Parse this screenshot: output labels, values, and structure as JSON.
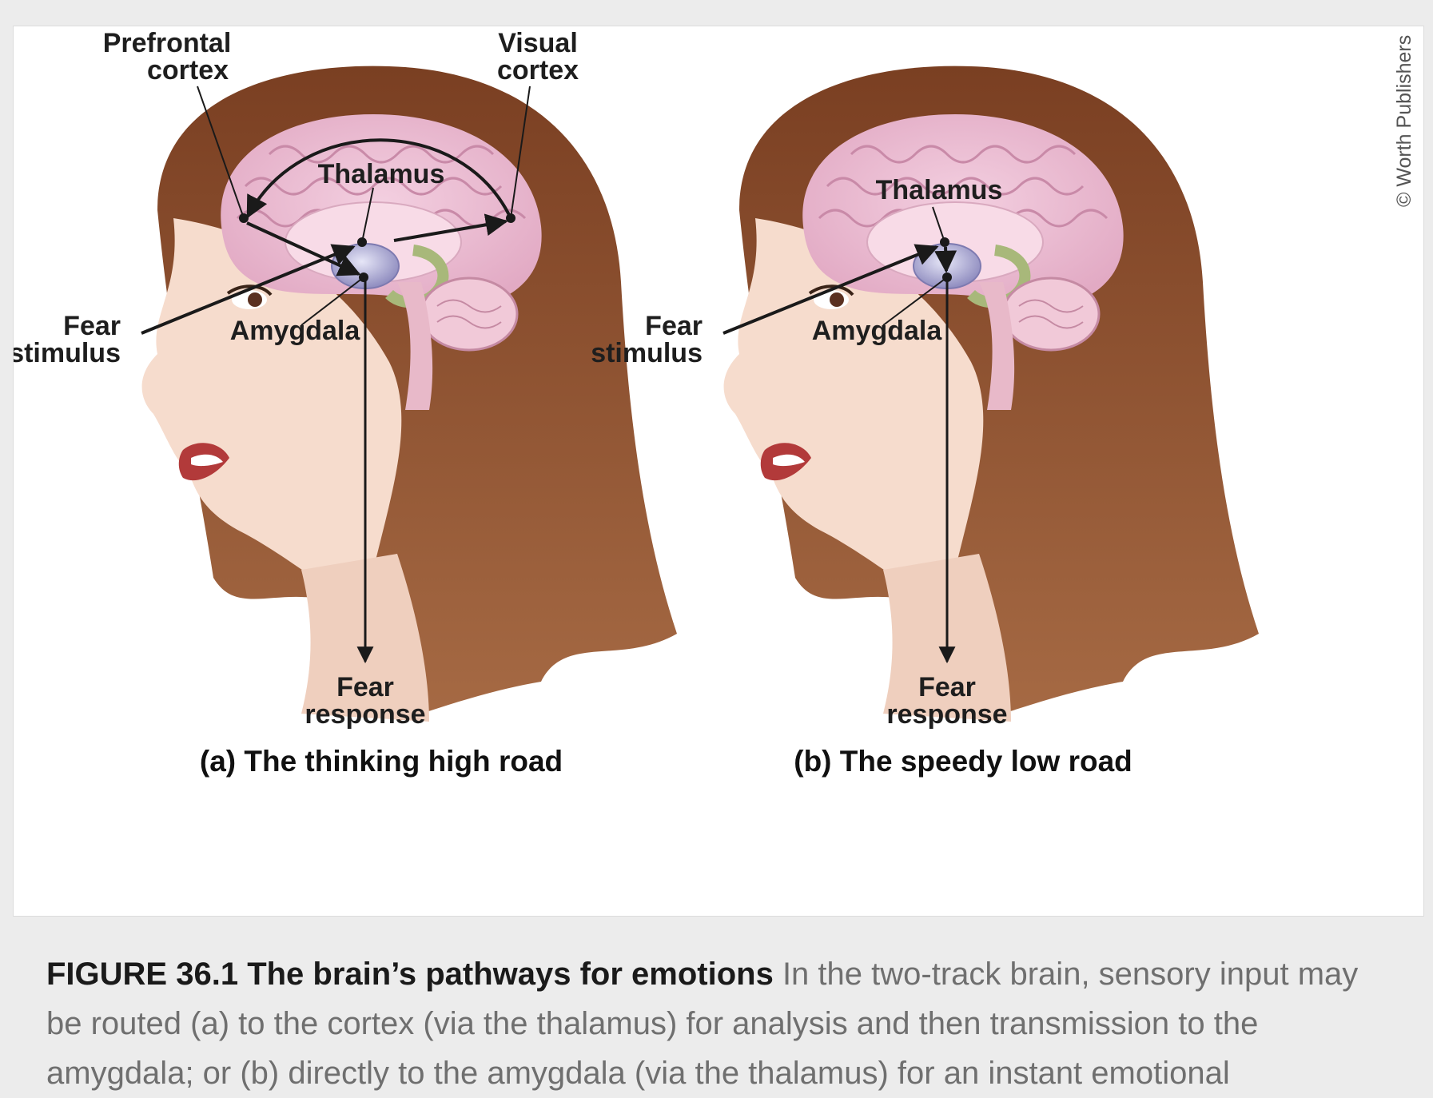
{
  "credit": "© Worth Publishers",
  "panels": [
    {
      "labels": {
        "prefrontal_1": "Prefrontal",
        "prefrontal_2": "cortex",
        "visual_1": "Visual",
        "visual_2": "cortex",
        "thalamus": "Thalamus",
        "amygdala": "Amygdala",
        "stimulus_1": "Fear",
        "stimulus_2": "stimulus",
        "response_1": "Fear",
        "response_2": "response"
      },
      "caption": "(a) The thinking high road"
    },
    {
      "labels": {
        "thalamus": "Thalamus",
        "amygdala": "Amygdala",
        "stimulus_1": "Fear",
        "stimulus_2": "stimulus",
        "response_1": "Fear",
        "response_2": "response"
      },
      "caption": "(b) The speedy low road"
    }
  ],
  "figure_caption": {
    "lead": "FIGURE 36.1 The brain’s pathways for emotions",
    "text": " In the two-track brain, sensory input may be routed (a) to the cortex (via the thalamus) for analysis and then transmission to the amygdala; or (b) directly to the amygdala (via the thalamus) for an instant emotional"
  },
  "colors": {
    "hair": "#8a4f2e",
    "skin": "#f6dccd",
    "brain": "#ecbfd3",
    "thalamus": "#b8b6da",
    "arrow": "#1a1a1a"
  }
}
